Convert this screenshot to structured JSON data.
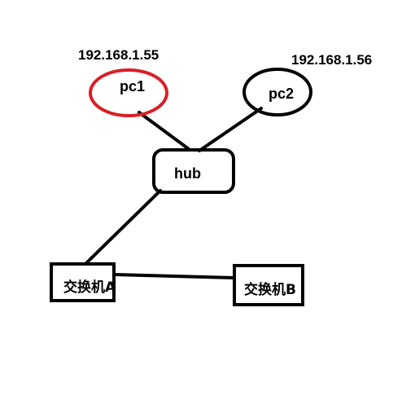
{
  "nodes": {
    "pc1": {
      "label": "pc1",
      "ip": "192.168.1.55",
      "color": "#d81f26"
    },
    "pc2": {
      "label": "pc2",
      "ip": "192.168.1.56",
      "color": "#000000"
    },
    "hub": {
      "label": "hub"
    },
    "switch_a": {
      "label": "交换机A"
    },
    "switch_b": {
      "label": "交换机B"
    }
  },
  "colors": {
    "stroke": "#000000",
    "highlight": "#d81f26",
    "background": "#ffffff"
  }
}
